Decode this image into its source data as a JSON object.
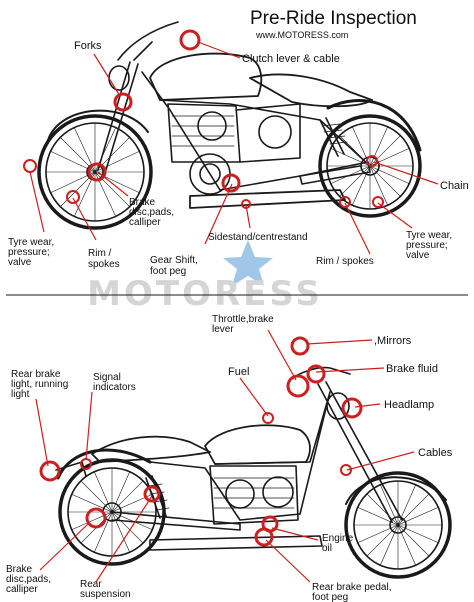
{
  "header": {
    "title": "Pre-Ride Inspection",
    "website": "www.MOTORESS.com"
  },
  "watermark": {
    "text": "MOTORESS",
    "color": "#d5d5d5",
    "star_color": "#8fbde3"
  },
  "colors": {
    "marker": "#cc1f1f",
    "outline": "#1a1a1a"
  },
  "top_labels": {
    "forks": "Forks",
    "clutch": "Clutch lever & cable",
    "chain": "Chain",
    "brake_1": "Brake",
    "brake_2": "disc,pads,",
    "brake_3": "calliper",
    "tyre_left_1": "Tyre wear,",
    "tyre_left_2": "pressure;",
    "tyre_left_3": "valve",
    "rim_left_1": "Rim /",
    "rim_left_2": "spokes",
    "gear_1": "Gear Shift,",
    "gear_2": "foot peg",
    "sidestand": "Sidestand/centrestand",
    "rim_right": "Rim / spokes",
    "tyre_right_1": "Tyre wear,",
    "tyre_right_2": "pressure;",
    "tyre_right_3": "valve"
  },
  "bottom_labels": {
    "throttle_1": "Throttle,brake",
    "throttle_2": "lever",
    "mirrors": ",Mirrors",
    "fuel": "Fuel",
    "brake_fluid": "Brake fluid",
    "headlamp": "Headlamp",
    "rear_brake_light_1": "Rear brake",
    "rear_brake_light_2": "light, running",
    "rear_brake_light_3": "light",
    "signal_1": "Signal",
    "signal_2": "indicators",
    "cables": "Cables",
    "engine_oil_1": "Engine",
    "engine_oil_2": "oil",
    "brake_bottom_1": "Brake",
    "brake_bottom_2": "disc,pads,",
    "brake_bottom_3": "calliper",
    "rear_suspension_1": "Rear",
    "rear_suspension_2": "suspension",
    "rear_pedal_1": "Rear brake pedal,",
    "rear_pedal_2": "foot peg"
  }
}
